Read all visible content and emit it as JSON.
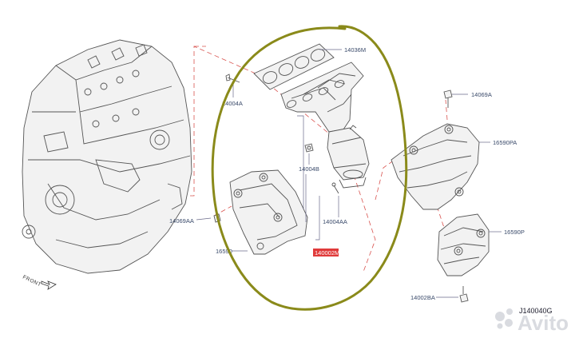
{
  "labels": {
    "gasket": "14036M",
    "stud_a": "14004A",
    "nut_b": "14004B",
    "stud_aa": "14004AA",
    "bolt_aa": "14069AA",
    "bolt_a": "14069A",
    "cover_pa": "16590PA",
    "cover_p": "16590P",
    "lower_cover": "16590",
    "bolt_ba": "14002BA",
    "manifold_highlight": "140002M"
  },
  "front_label": "FRONT",
  "diagram_code": "J140040G",
  "watermark": "Avito",
  "colors": {
    "highlight_box": "#e03a3a",
    "marker_circle": "#8a8a1a",
    "dashed_lines": "#d9534f",
    "label_text": "#3a4a6a"
  }
}
